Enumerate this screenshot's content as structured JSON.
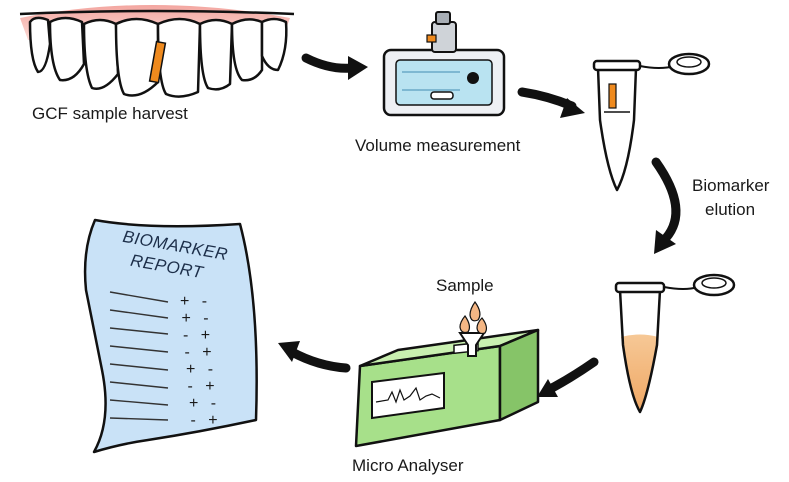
{
  "steps": {
    "harvest": "GCF sample harvest",
    "volume": "Volume measurement",
    "elution_line1": "Biomarker",
    "elution_line2": "elution",
    "sample": "Sample",
    "analyser": "Micro Analyser"
  },
  "report": {
    "title_line1": "BIOMARKER",
    "title_line2": "REPORT",
    "signs": [
      "+ -",
      "+ -",
      "- +",
      "- +",
      "+ -",
      "- +",
      "+ -",
      "- +"
    ]
  }
}
